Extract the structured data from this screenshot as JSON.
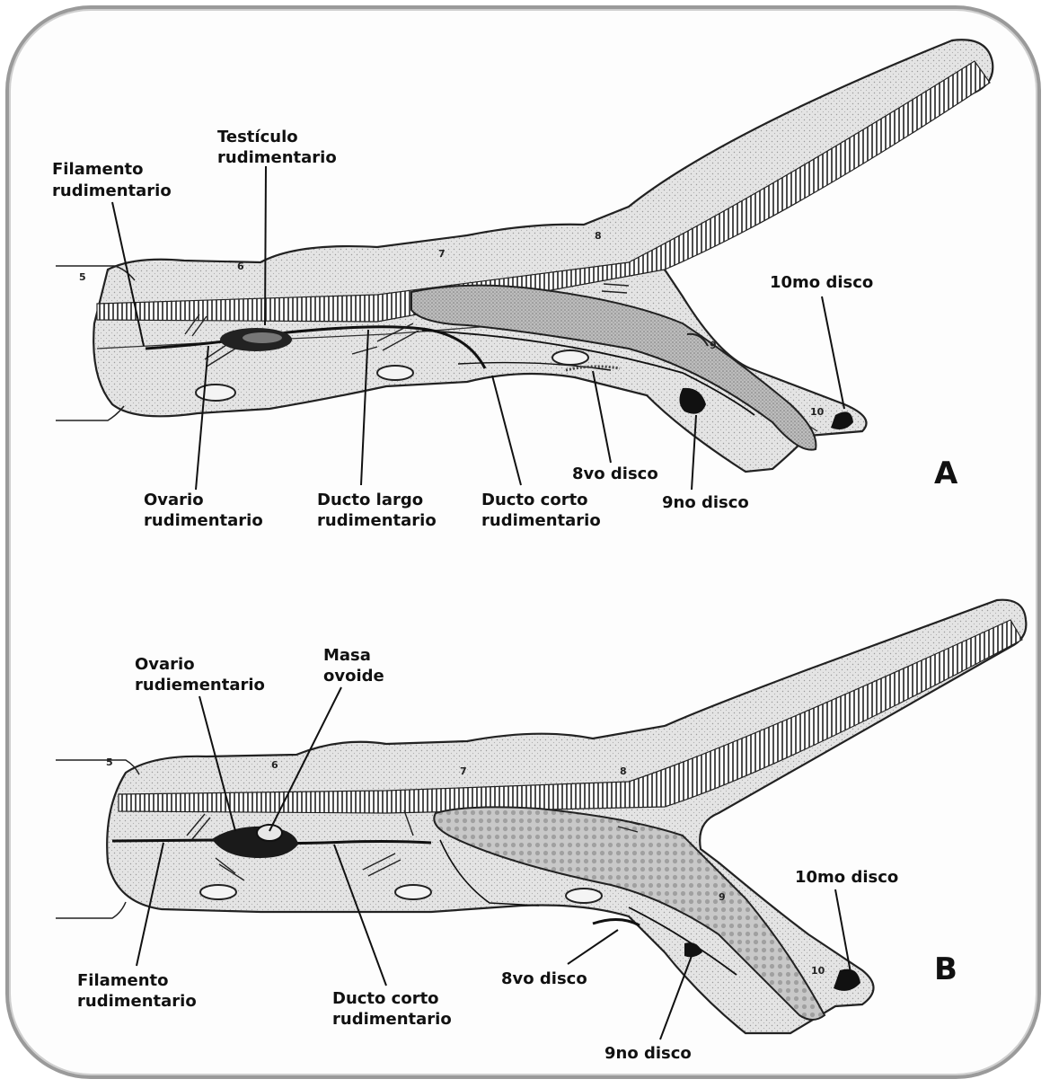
{
  "panels": [
    {
      "letter": "A",
      "segments": [
        "5",
        "6",
        "7",
        "8",
        "9",
        "10"
      ],
      "labels": {
        "filamento": [
          "Filamento",
          "rudimentario"
        ],
        "testiculo": [
          "Testículo",
          "rudimentario"
        ],
        "ovario": [
          "Ovario",
          "rudimentario"
        ],
        "ducto_largo": [
          "Ducto largo",
          "rudimentario"
        ],
        "ducto_corto": [
          "Ducto corto",
          "rudimentario"
        ],
        "disco8": "8vo disco",
        "disco9": "9no disco",
        "disco10": "10mo disco"
      }
    },
    {
      "letter": "B",
      "segments": [
        "5",
        "6",
        "7",
        "8",
        "9",
        "10"
      ],
      "labels": {
        "ovario": [
          "Ovario",
          "rudiementario"
        ],
        "masa": [
          "Masa",
          "ovoide"
        ],
        "filamento": [
          "Filamento",
          "rudimentario"
        ],
        "ducto_corto": [
          "Ducto corto",
          "rudimentario"
        ],
        "disco8": "8vo disco",
        "disco9": "9no disco",
        "disco10": "10mo disco"
      }
    }
  ]
}
